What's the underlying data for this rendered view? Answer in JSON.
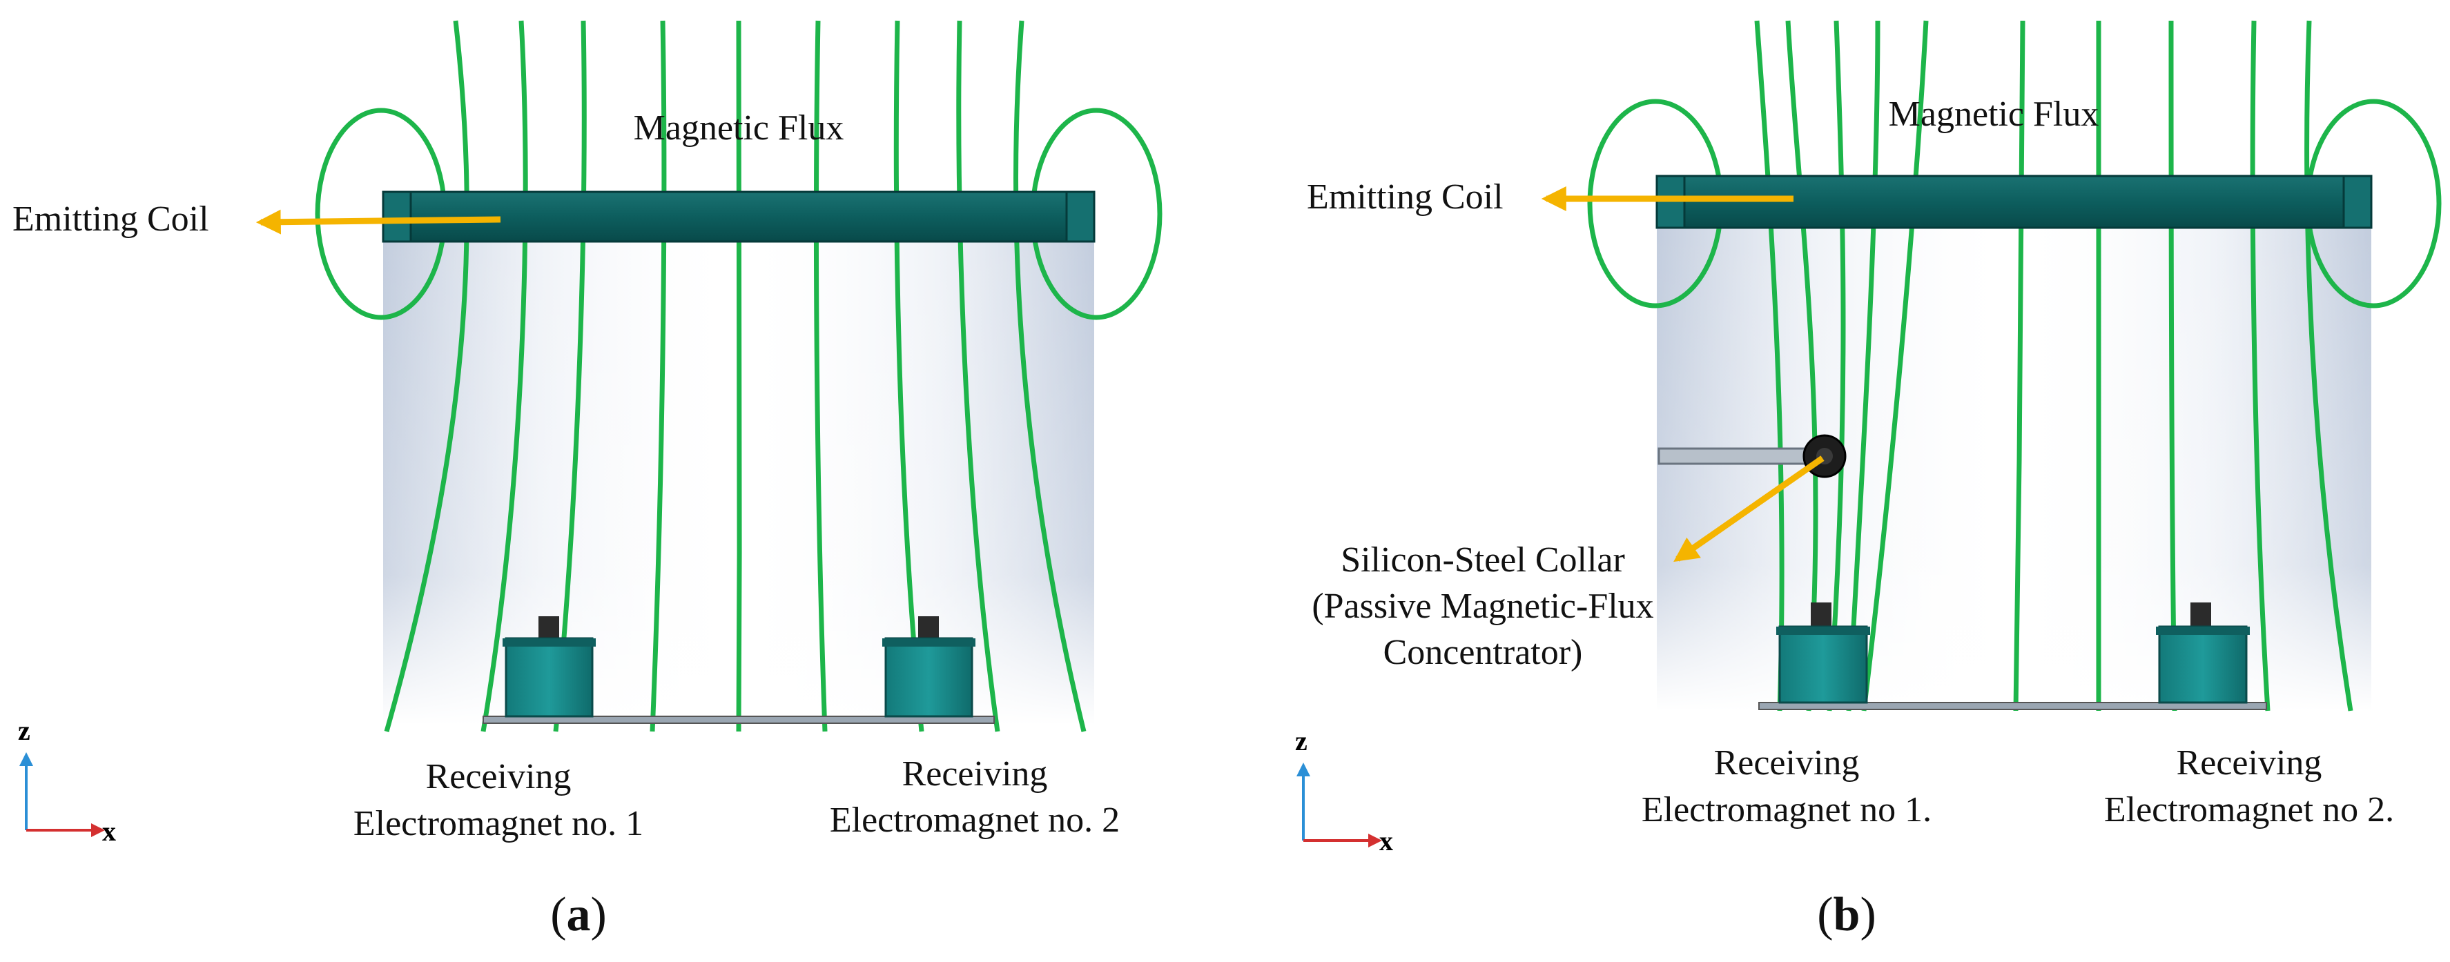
{
  "colors": {
    "flux_line": "#1db54a",
    "coil_body": "#0d5e5e",
    "receiver_body": "#1a8c8c",
    "arrow": "#f5b400",
    "axis_z": "#2b8fd6",
    "axis_x": "#d43030",
    "background_glow": "#c9d3e3"
  },
  "panel_a": {
    "caption_letter": "a",
    "flux_label": "Magnetic Flux",
    "emitting_coil_label": "Emitting Coil",
    "receiver_1_label_line1": "Receiving",
    "receiver_1_label_line2": "Electromagnet no. 1",
    "receiver_2_label_line1": "Receiving",
    "receiver_2_label_line2": "Electromagnet no. 2",
    "axis_z_label": "z",
    "axis_x_label": "x"
  },
  "panel_b": {
    "caption_letter": "b",
    "flux_label": "Magnetic Flux",
    "emitting_coil_label": "Emitting Coil",
    "collar_label_line1": "Silicon-Steel Collar",
    "collar_label_line2": "(Passive Magnetic-Flux",
    "collar_label_line3": "Concentrator)",
    "receiver_1_label_line1": "Receiving",
    "receiver_1_label_line2": "Electromagnet no 1.",
    "receiver_2_label_line1": "Receiving",
    "receiver_2_label_line2": "Electromagnet no 2.",
    "axis_z_label": "z",
    "axis_x_label": "x"
  }
}
